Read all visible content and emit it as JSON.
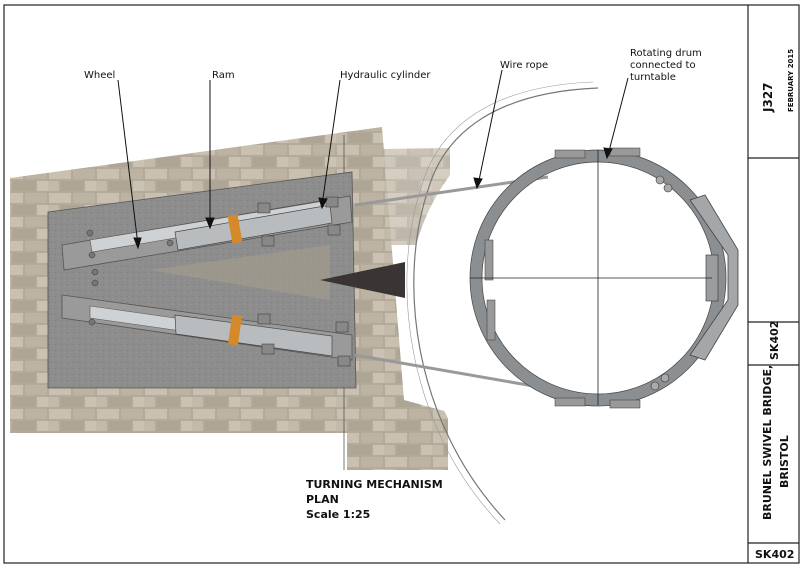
{
  "drawing": {
    "labels": {
      "wheel": "Wheel",
      "ram": "Ram",
      "hydraulic_cylinder": "Hydraulic cylinder",
      "wire_rope": "Wire rope",
      "rotating_drum": [
        "Rotating drum",
        "connected to",
        "turntable"
      ]
    },
    "title": {
      "line1": "TURNING MECHANISM",
      "line2": "PLAN",
      "scale": "Scale 1:25"
    }
  },
  "title_block": {
    "job_number": "J327",
    "date": "FEBRUARY 2015",
    "sheet_ref": "SK402",
    "project": [
      "BRUNEL SWIVEL BRIDGE,",
      "BRISTOL"
    ],
    "sheet_ref_bottom": "SK402"
  },
  "colors": {
    "frame": "#222222",
    "stone_light": "#c8bfb0",
    "stone_mid": "#a8a091",
    "concrete": "#8f8f8f",
    "steel": "#b9bcbf",
    "orange": "#d48a2a"
  }
}
